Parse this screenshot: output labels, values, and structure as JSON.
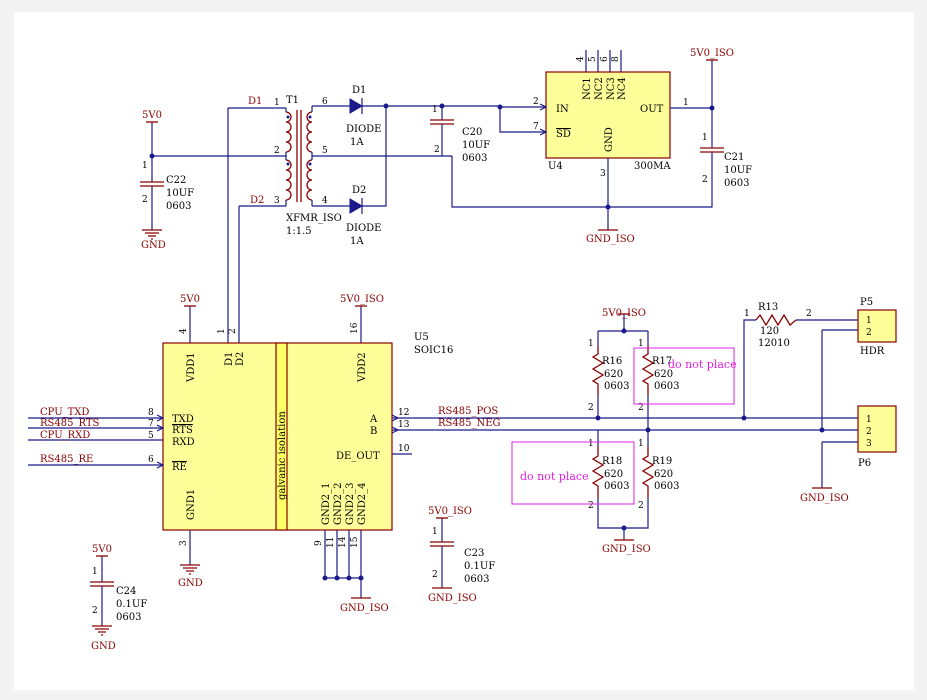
{
  "parts": {
    "t1": {
      "ref": "T1",
      "value": "XFMR_ISO",
      "ratio": "1:1.5",
      "p1": "1",
      "p2": "2",
      "p3": "3",
      "p4": "4",
      "p5": "5",
      "p6": "6"
    },
    "d1": {
      "ref": "D1",
      "value": "DIODE",
      "rating": "1A"
    },
    "d2": {
      "ref": "D2",
      "value": "DIODE",
      "rating": "1A"
    },
    "c20": {
      "ref": "C20",
      "value": "10UF",
      "pkg": "0603",
      "p1": "1",
      "p2": "2"
    },
    "c21": {
      "ref": "C21",
      "value": "10UF",
      "pkg": "0603",
      "p1": "1",
      "p2": "2"
    },
    "c22": {
      "ref": "C22",
      "value": "10UF",
      "pkg": "0603",
      "p1": "1",
      "p2": "2"
    },
    "c23": {
      "ref": "C23",
      "value": "0.1UF",
      "pkg": "0603",
      "p1": "1",
      "p2": "2"
    },
    "c24": {
      "ref": "C24",
      "value": "0.1UF",
      "pkg": "0603",
      "p1": "1",
      "p2": "2"
    },
    "u4": {
      "ref": "U4",
      "value": "300MA",
      "in": "IN",
      "sd": "SD",
      "out": "OUT",
      "gnd": "GND",
      "nc1": "NC1",
      "nc2": "NC2",
      "nc3": "NC3",
      "nc4": "NC4",
      "p1": "1",
      "p2": "2",
      "p3": "3",
      "p4": "4",
      "p5": "5",
      "p6": "6",
      "p7": "7",
      "p8": "8"
    },
    "u5": {
      "ref": "U5",
      "value": "SOIC16",
      "vdd1": "VDD1",
      "vdd2": "VDD2",
      "gnd1": "GND1",
      "d1": "D1",
      "d2": "D2",
      "txd": "TXD",
      "rts": "RTS",
      "rxd": "RXD",
      "re": "RE",
      "a": "A",
      "b": "B",
      "de_out": "DE_OUT",
      "gnd2_1": "GND2_1",
      "gnd2_2": "GND2_2",
      "gnd2_3": "GND2_3",
      "gnd2_4": "GND2_4",
      "barrier": "galvanic isolation",
      "p1": "1",
      "p2": "2",
      "p3": "3",
      "p4": "4",
      "p5": "5",
      "p6": "6",
      "p7": "7",
      "p8": "8",
      "p9": "9",
      "p10": "10",
      "p11": "11",
      "p12": "12",
      "p13": "13",
      "p14": "14",
      "p15": "15",
      "p16": "16"
    },
    "r13": {
      "ref": "R13",
      "value": "120",
      "pkg": "12010",
      "p1": "1",
      "p2": "2"
    },
    "r16": {
      "ref": "R16",
      "value": "620",
      "pkg": "0603",
      "p1": "1",
      "p2": "2"
    },
    "r17": {
      "ref": "R17",
      "value": "620",
      "pkg": "0603",
      "p1": "1",
      "p2": "2"
    },
    "r18": {
      "ref": "R18",
      "value": "620",
      "pkg": "0603",
      "p1": "1",
      "p2": "2"
    },
    "r19": {
      "ref": "R19",
      "value": "620",
      "pkg": "0603",
      "p1": "1",
      "p2": "2"
    },
    "p5": {
      "ref": "P5",
      "value": "HDR",
      "p1": "1",
      "p2": "2"
    },
    "p6": {
      "ref": "P6",
      "p1": "1",
      "p2": "2",
      "p3": "3"
    }
  },
  "nets": {
    "v5": "5V0",
    "v5iso": "5V0_ISO",
    "gnd": "GND",
    "gndiso": "GND_ISO",
    "d1": "D1",
    "d2": "D2",
    "cpu_txd": "CPU_TXD",
    "rs485_rts": "RS485_RTS",
    "cpu_rxd": "CPU_RXD",
    "rs485_re": "RS485_RE",
    "rs485_pos": "RS485_POS",
    "rs485_neg": "RS485_NEG"
  },
  "notes": {
    "dnp1": "do not place",
    "dnp2": "do not place"
  },
  "colors": {
    "wire": "#1a1a8c",
    "body_fill": "#ffff99",
    "outline": "#8b0000",
    "note": "#e020e0",
    "sheet": "#ffffff",
    "frame": "#f3f3f3"
  }
}
